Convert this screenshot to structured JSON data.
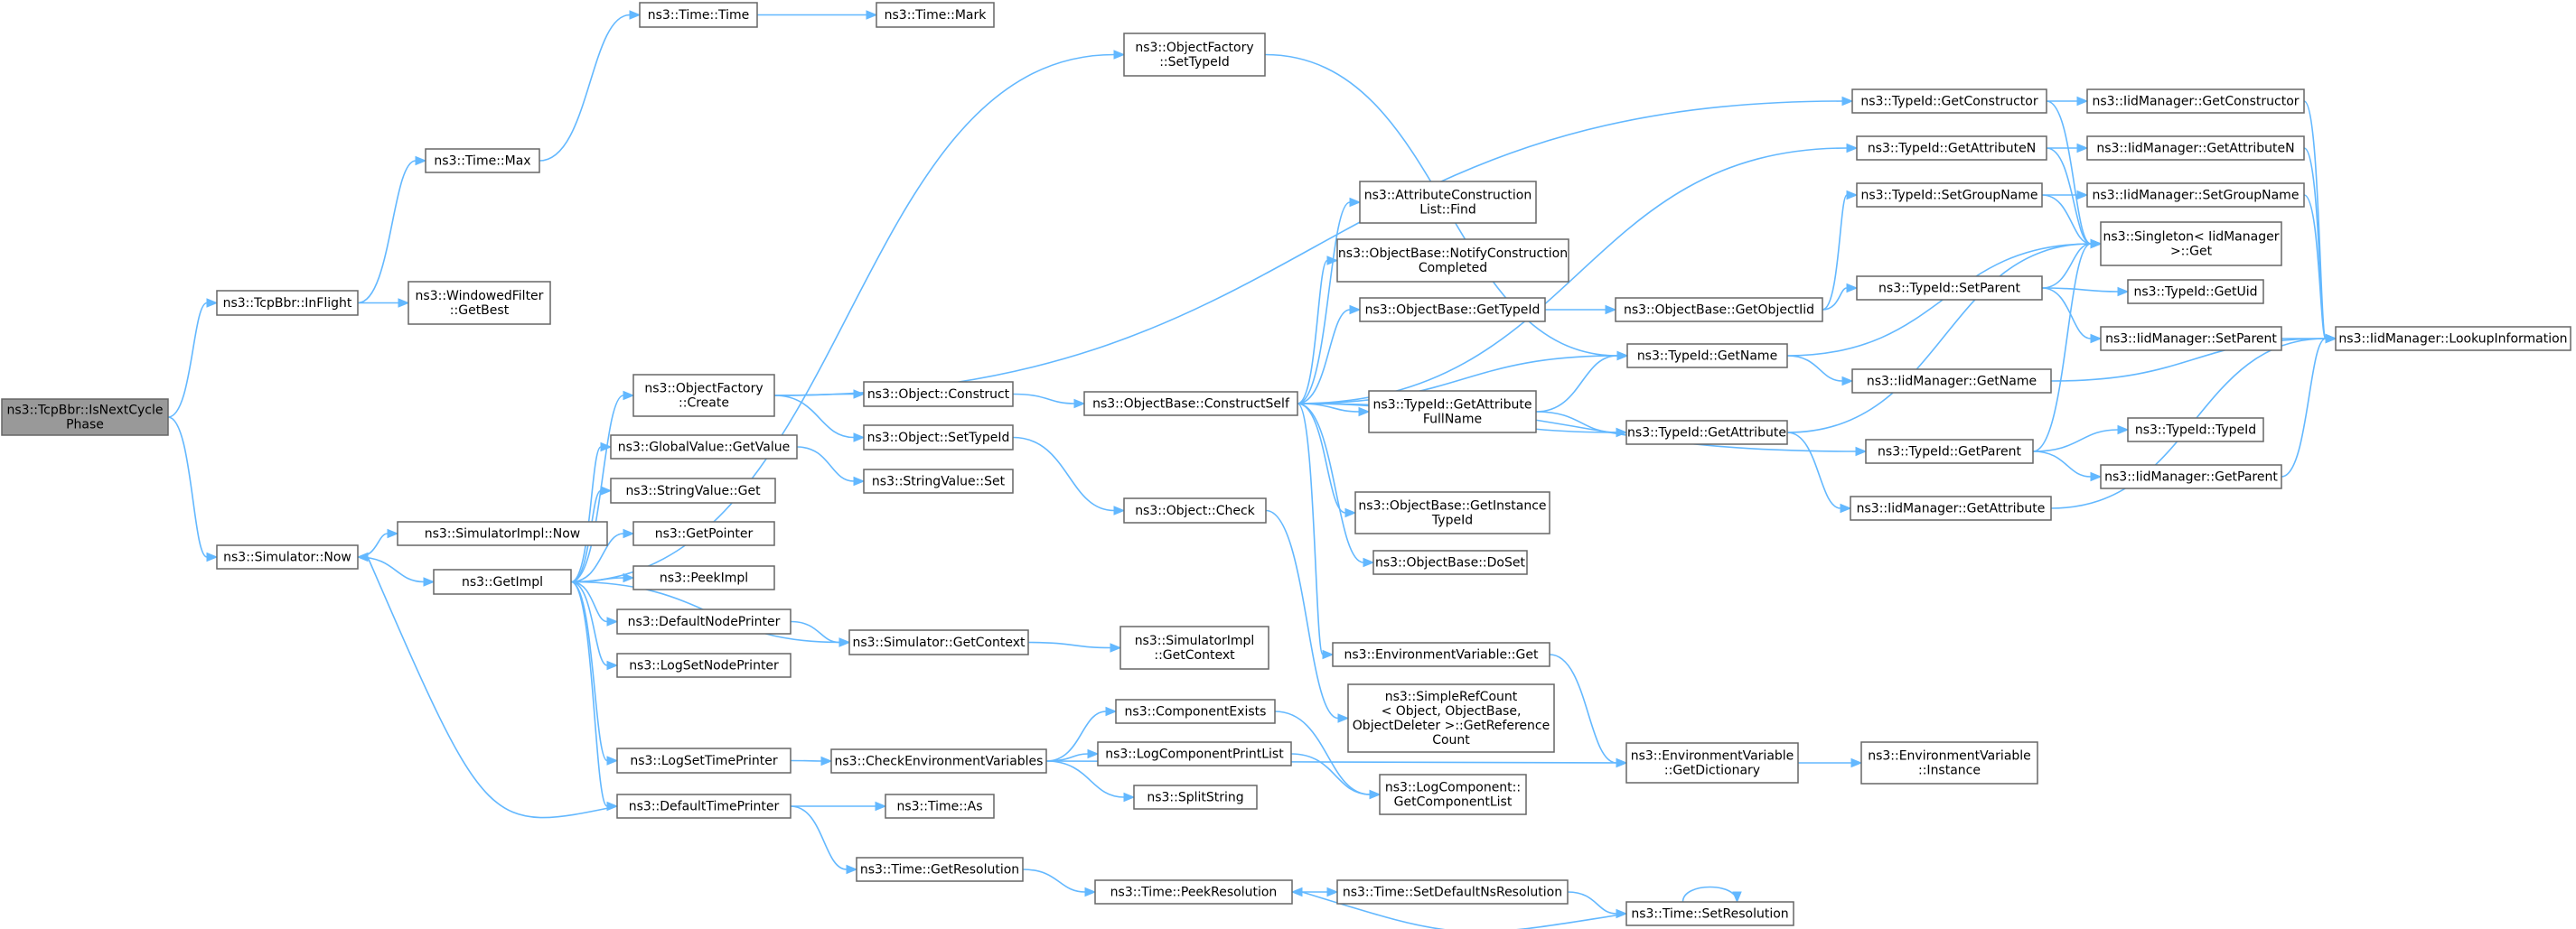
{
  "root": "n0",
  "nodes": [
    {
      "id": "n0",
      "lines": [
        "ns3::TcpBbr::IsNextCycle",
        "Phase"
      ],
      "root": true
    },
    {
      "id": "n1",
      "lines": [
        "ns3::TcpBbr::InFlight"
      ]
    },
    {
      "id": "n2",
      "lines": [
        "ns3::Simulator::Now"
      ]
    },
    {
      "id": "n3",
      "lines": [
        "ns3::Time::Max"
      ]
    },
    {
      "id": "n4",
      "lines": [
        "ns3::WindowedFilter",
        "::GetBest"
      ]
    },
    {
      "id": "n5",
      "lines": [
        "ns3::Time::Time"
      ]
    },
    {
      "id": "n6",
      "lines": [
        "ns3::Time::Mark"
      ]
    },
    {
      "id": "n7",
      "lines": [
        "ns3::SimulatorImpl::Now"
      ]
    },
    {
      "id": "n8",
      "lines": [
        "ns3::GetImpl"
      ]
    },
    {
      "id": "n9",
      "lines": [
        "ns3::ObjectFactory",
        "::SetTypeId"
      ]
    },
    {
      "id": "n10",
      "lines": [
        "ns3::ObjectFactory",
        "::Create"
      ]
    },
    {
      "id": "n11",
      "lines": [
        "ns3::GlobalValue::GetValue"
      ]
    },
    {
      "id": "n12",
      "lines": [
        "ns3::StringValue::Get"
      ]
    },
    {
      "id": "n13",
      "lines": [
        "ns3::GetPointer"
      ]
    },
    {
      "id": "n14",
      "lines": [
        "ns3::PeekImpl"
      ]
    },
    {
      "id": "n15",
      "lines": [
        "ns3::DefaultNodePrinter"
      ]
    },
    {
      "id": "n16",
      "lines": [
        "ns3::LogSetNodePrinter"
      ]
    },
    {
      "id": "n17",
      "lines": [
        "ns3::LogSetTimePrinter"
      ]
    },
    {
      "id": "n18",
      "lines": [
        "ns3::DefaultTimePrinter"
      ]
    },
    {
      "id": "n19",
      "lines": [
        "ns3::Object::Construct"
      ]
    },
    {
      "id": "n20",
      "lines": [
        "ns3::Object::SetTypeId"
      ]
    },
    {
      "id": "n21",
      "lines": [
        "ns3::StringValue::Set"
      ]
    },
    {
      "id": "n22",
      "lines": [
        "ns3::Simulator::GetContext"
      ]
    },
    {
      "id": "n23",
      "lines": [
        "ns3::CheckEnvironmentVariables"
      ]
    },
    {
      "id": "n24",
      "lines": [
        "ns3::Time::As"
      ]
    },
    {
      "id": "n25",
      "lines": [
        "ns3::Time::GetResolution"
      ]
    },
    {
      "id": "n26",
      "lines": [
        "ns3::ObjectBase::ConstructSelf"
      ]
    },
    {
      "id": "n27",
      "lines": [
        "ns3::Object::Check"
      ]
    },
    {
      "id": "n28",
      "lines": [
        "ns3::SimulatorImpl",
        "::GetContext"
      ]
    },
    {
      "id": "n29",
      "lines": [
        "ns3::ComponentExists"
      ]
    },
    {
      "id": "n30",
      "lines": [
        "ns3::LogComponentPrintList"
      ]
    },
    {
      "id": "n31",
      "lines": [
        "ns3::SplitString"
      ]
    },
    {
      "id": "n32",
      "lines": [
        "ns3::Time::PeekResolution"
      ]
    },
    {
      "id": "n33",
      "lines": [
        "ns3::AttributeConstruction",
        "List::Find"
      ]
    },
    {
      "id": "n34",
      "lines": [
        "ns3::ObjectBase::NotifyConstruction",
        "Completed"
      ]
    },
    {
      "id": "n35",
      "lines": [
        "ns3::ObjectBase::GetTypeId"
      ]
    },
    {
      "id": "n36",
      "lines": [
        "ns3::TypeId::GetAttribute",
        "FullName"
      ]
    },
    {
      "id": "n37",
      "lines": [
        "ns3::ObjectBase::GetInstance",
        "TypeId"
      ]
    },
    {
      "id": "n38",
      "lines": [
        "ns3::ObjectBase::DoSet"
      ]
    },
    {
      "id": "n39",
      "lines": [
        "ns3::EnvironmentVariable::Get"
      ]
    },
    {
      "id": "n40",
      "lines": [
        "ns3::SimpleRefCount",
        "< Object, ObjectBase,",
        "ObjectDeleter >::GetReference",
        "Count"
      ]
    },
    {
      "id": "n41",
      "lines": [
        "ns3::LogComponent::",
        "GetComponentList"
      ]
    },
    {
      "id": "n42",
      "lines": [
        "ns3::Time::SetDefaultNsResolution"
      ]
    },
    {
      "id": "n43",
      "lines": [
        "ns3::ObjectBase::GetObjectIid"
      ]
    },
    {
      "id": "n44",
      "lines": [
        "ns3::TypeId::GetName"
      ]
    },
    {
      "id": "n45",
      "lines": [
        "ns3::TypeId::GetAttribute"
      ]
    },
    {
      "id": "n46",
      "lines": [
        "ns3::EnvironmentVariable",
        "::GetDictionary"
      ]
    },
    {
      "id": "n47",
      "lines": [
        "ns3::Time::SetResolution"
      ]
    },
    {
      "id": "n48",
      "lines": [
        "ns3::TypeId::GetConstructor"
      ]
    },
    {
      "id": "n49",
      "lines": [
        "ns3::TypeId::GetAttributeN"
      ]
    },
    {
      "id": "n50",
      "lines": [
        "ns3::TypeId::SetGroupName"
      ]
    },
    {
      "id": "n51",
      "lines": [
        "ns3::TypeId::SetParent"
      ]
    },
    {
      "id": "n52",
      "lines": [
        "ns3::IidManager::GetName"
      ]
    },
    {
      "id": "n53",
      "lines": [
        "ns3::TypeId::GetParent"
      ]
    },
    {
      "id": "n54",
      "lines": [
        "ns3::IidManager::GetAttribute"
      ]
    },
    {
      "id": "n55",
      "lines": [
        "ns3::EnvironmentVariable",
        "::Instance"
      ]
    },
    {
      "id": "n56",
      "lines": [
        "ns3::IidManager::GetConstructor"
      ]
    },
    {
      "id": "n57",
      "lines": [
        "ns3::IidManager::GetAttributeN"
      ]
    },
    {
      "id": "n58",
      "lines": [
        "ns3::IidManager::SetGroupName"
      ]
    },
    {
      "id": "n59",
      "lines": [
        "ns3::Singleton< IidManager",
        ">::Get"
      ]
    },
    {
      "id": "n60",
      "lines": [
        "ns3::TypeId::GetUid"
      ]
    },
    {
      "id": "n61",
      "lines": [
        "ns3::IidManager::SetParent"
      ]
    },
    {
      "id": "n62",
      "lines": [
        "ns3::TypeId::TypeId"
      ]
    },
    {
      "id": "n63",
      "lines": [
        "ns3::IidManager::GetParent"
      ]
    },
    {
      "id": "n64",
      "lines": [
        "ns3::IidManager::LookupInformation"
      ]
    }
  ],
  "edges": [
    [
      "n0",
      "n1"
    ],
    [
      "n0",
      "n2"
    ],
    [
      "n1",
      "n3"
    ],
    [
      "n1",
      "n4"
    ],
    [
      "n3",
      "n5"
    ],
    [
      "n5",
      "n6"
    ],
    [
      "n2",
      "n7"
    ],
    [
      "n2",
      "n8"
    ],
    [
      "n8",
      "n9"
    ],
    [
      "n8",
      "n10"
    ],
    [
      "n8",
      "n11"
    ],
    [
      "n8",
      "n12"
    ],
    [
      "n8",
      "n13"
    ],
    [
      "n8",
      "n14"
    ],
    [
      "n8",
      "n15"
    ],
    [
      "n8",
      "n16"
    ],
    [
      "n8",
      "n17"
    ],
    [
      "n8",
      "n18"
    ],
    [
      "n8",
      "n22"
    ],
    [
      "n18",
      "n2"
    ],
    [
      "n9",
      "n44"
    ],
    [
      "n10",
      "n19"
    ],
    [
      "n10",
      "n20"
    ],
    [
      "n10",
      "n48"
    ],
    [
      "n11",
      "n21"
    ],
    [
      "n15",
      "n22"
    ],
    [
      "n22",
      "n28"
    ],
    [
      "n17",
      "n23"
    ],
    [
      "n18",
      "n24"
    ],
    [
      "n18",
      "n25"
    ],
    [
      "n19",
      "n26"
    ],
    [
      "n20",
      "n27"
    ],
    [
      "n27",
      "n40"
    ],
    [
      "n23",
      "n29"
    ],
    [
      "n23",
      "n30"
    ],
    [
      "n23",
      "n31"
    ],
    [
      "n23",
      "n46"
    ],
    [
      "n29",
      "n41"
    ],
    [
      "n30",
      "n41"
    ],
    [
      "n25",
      "n32"
    ],
    [
      "n32",
      "n42"
    ],
    [
      "n42",
      "n47"
    ],
    [
      "n47",
      "n32"
    ],
    [
      "n47",
      "n47"
    ],
    [
      "n26",
      "n33"
    ],
    [
      "n26",
      "n34"
    ],
    [
      "n26",
      "n35"
    ],
    [
      "n26",
      "n36"
    ],
    [
      "n26",
      "n37"
    ],
    [
      "n26",
      "n38"
    ],
    [
      "n26",
      "n39"
    ],
    [
      "n26",
      "n44"
    ],
    [
      "n26",
      "n45"
    ],
    [
      "n26",
      "n49"
    ],
    [
      "n26",
      "n53"
    ],
    [
      "n35",
      "n43"
    ],
    [
      "n43",
      "n50"
    ],
    [
      "n43",
      "n51"
    ],
    [
      "n36",
      "n44"
    ],
    [
      "n36",
      "n45"
    ],
    [
      "n44",
      "n52"
    ],
    [
      "n44",
      "n59"
    ],
    [
      "n45",
      "n54"
    ],
    [
      "n45",
      "n59"
    ],
    [
      "n39",
      "n46"
    ],
    [
      "n46",
      "n55"
    ],
    [
      "n48",
      "n56"
    ],
    [
      "n48",
      "n59"
    ],
    [
      "n49",
      "n57"
    ],
    [
      "n49",
      "n59"
    ],
    [
      "n50",
      "n58"
    ],
    [
      "n50",
      "n59"
    ],
    [
      "n51",
      "n60"
    ],
    [
      "n51",
      "n61"
    ],
    [
      "n51",
      "n59"
    ],
    [
      "n53",
      "n62"
    ],
    [
      "n53",
      "n63"
    ],
    [
      "n53",
      "n59"
    ],
    [
      "n52",
      "n64"
    ],
    [
      "n54",
      "n64"
    ],
    [
      "n56",
      "n64"
    ],
    [
      "n57",
      "n64"
    ],
    [
      "n58",
      "n64"
    ],
    [
      "n61",
      "n64"
    ],
    [
      "n63",
      "n64"
    ]
  ]
}
